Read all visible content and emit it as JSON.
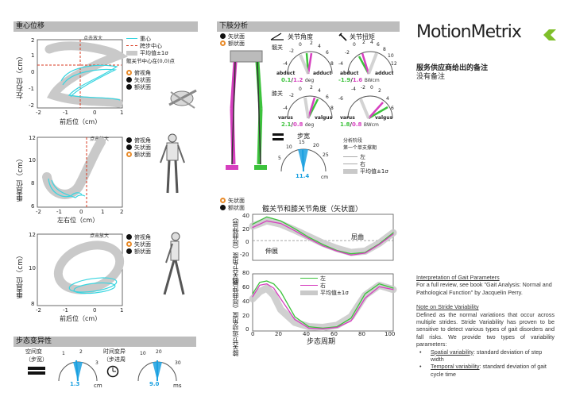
{
  "sections": {
    "cog": "重心位移",
    "lower": "下肢分析",
    "variability": "步态变异性",
    "hip_knee_chart": "髋关节和膝关节角度（矢状面）"
  },
  "brand": "MotionMetrix",
  "vendor": {
    "title": "服务供应商给出的备注",
    "note": "没有备注"
  },
  "cog_panels": [
    {
      "zoom": "点击放大",
      "ylabel": "左右位（cm）",
      "xlabel": "前后位（cm）",
      "yticks": [
        "2",
        "1",
        "0",
        "-1",
        "-2"
      ],
      "xticks": [
        "-2",
        "-1",
        "0",
        "1"
      ],
      "views": [
        "俯视角",
        "矢状面",
        "额状面"
      ]
    },
    {
      "zoom": "点击放大",
      "ylabel": "垂直位（cm）",
      "xlabel": "左右位（cm）",
      "yticks": [
        "12",
        "10",
        "8",
        "6"
      ],
      "xticks": [
        "-2",
        "-1",
        "0",
        "1",
        "2"
      ],
      "views": [
        "俯视角",
        "矢状面",
        "额状面"
      ]
    },
    {
      "zoom": "点击放大",
      "ylabel": "垂直位（cm）",
      "xlabel": "前后位（cm）",
      "yticks": [
        "12",
        "10",
        "8"
      ],
      "xticks": [
        "-2",
        "-1",
        "0",
        "1"
      ],
      "views": [
        "俯视角",
        "矢状面",
        "额状面"
      ]
    }
  ],
  "cog_legend": {
    "com": "重心",
    "step_center": "跨步中心",
    "mean_band": "平均值±1σ",
    "note": "髋关节中心在(0,0)点"
  },
  "lower_views": [
    "矢状面",
    "额状面"
  ],
  "joint_angle": {
    "title": "关节角度",
    "hip_label": "髋关",
    "hip_ticks": [
      "-4",
      "-2",
      "0",
      "2",
      "4",
      "6",
      "8"
    ],
    "hip_left": "abduct",
    "hip_right": "adduct",
    "hip_value_left": "0.1",
    "hip_value_right": "1.2",
    "hip_unit": "deg",
    "knee_label": "膝关",
    "knee_ticks": [
      "-4",
      "-2",
      "0",
      "2",
      "4",
      "6",
      "8"
    ],
    "knee_left": "varus",
    "knee_right": "valgus",
    "knee_value_left": "2.1",
    "knee_value_right": "0.8",
    "knee_unit": "deg"
  },
  "joint_moment": {
    "title": "关节扭矩",
    "hip_ticks": [
      "-4",
      "-2",
      "0",
      "2",
      "4",
      "6",
      "8",
      "10",
      "12"
    ],
    "hip_left": "abduct",
    "hip_right": "adduct",
    "hip_value_left": "-1.9",
    "hip_value_right": "1.6",
    "hip_unit": "BWcm",
    "knee_ticks": [
      "-6",
      "-4",
      "-2",
      "0",
      "2",
      "4",
      "6"
    ],
    "knee_left": "varus",
    "knee_right": "valgus",
    "knee_value_left": "1.8",
    "knee_value_right": "0.8",
    "knee_unit": "BWcm"
  },
  "step_width": {
    "title": "步宽",
    "ticks": [
      "5",
      "10",
      "15",
      "20",
      "25"
    ],
    "value": "11.4",
    "unit": "cm"
  },
  "phase_legend": {
    "title": "分析阶段",
    "subtitle": "第一个单支撑期",
    "left": "左",
    "right": "右",
    "band": "平均值±1σ"
  },
  "hip_knee_views": [
    "矢状面",
    "额状面"
  ],
  "hip_chart": {
    "ylabel": "髋关节角度（屈曲伸展）",
    "yticks": [
      "40",
      "20",
      "0",
      "-20"
    ],
    "flex_label": "屈曲",
    "ext_label": "伸展"
  },
  "knee_chart": {
    "ylabel": "膝关节运动角度（屈曲伸展）",
    "yticks": [
      "80",
      "60",
      "40",
      "20",
      "0"
    ],
    "xticks": [
      "0",
      "20",
      "40",
      "60",
      "80",
      "100"
    ],
    "xlabel": "步态周期",
    "legend_left": "左",
    "legend_right": "右",
    "legend_band": "平均值±1σ"
  },
  "chart_data": [
    {
      "type": "line",
      "title": "髋关节和膝关节角度（矢状面）",
      "ylabel": "髋关节角度（屈曲伸展）",
      "xlim": [
        0,
        100
      ],
      "ylim": [
        -30,
        40
      ],
      "x": [
        0,
        10,
        20,
        30,
        40,
        50,
        60,
        70,
        80,
        90,
        100
      ],
      "series": [
        {
          "name": "左",
          "color": "#3cc23c",
          "values": [
            25,
            36,
            30,
            18,
            5,
            -6,
            -15,
            -20,
            -18,
            -5,
            12
          ]
        },
        {
          "name": "右",
          "color": "#d63fbf",
          "values": [
            20,
            30,
            26,
            15,
            3,
            -8,
            -16,
            -22,
            -19,
            -6,
            10
          ]
        },
        {
          "name": "平均值±1σ",
          "color": "#c8c8c8",
          "values": [
            22,
            30,
            25,
            16,
            6,
            -4,
            -12,
            -18,
            -16,
            -4,
            12
          ]
        }
      ]
    },
    {
      "type": "line",
      "title": "",
      "ylabel": "膝关节运动角度（屈曲伸展）",
      "xlabel": "步态周期",
      "xlim": [
        0,
        100
      ],
      "ylim": [
        0,
        80
      ],
      "x": [
        0,
        5,
        10,
        15,
        20,
        30,
        40,
        50,
        60,
        70,
        80,
        90,
        100
      ],
      "series": [
        {
          "name": "左",
          "color": "#3cc23c",
          "values": [
            52,
            68,
            70,
            66,
            55,
            20,
            6,
            4,
            6,
            18,
            52,
            66,
            60
          ]
        },
        {
          "name": "右",
          "color": "#d63fbf",
          "values": [
            48,
            64,
            66,
            60,
            45,
            16,
            4,
            3,
            5,
            14,
            46,
            62,
            58
          ]
        },
        {
          "name": "平均值±1σ",
          "color": "#c8c8c8",
          "values": [
            45,
            55,
            60,
            50,
            30,
            12,
            6,
            5,
            8,
            20,
            50,
            64,
            58
          ]
        }
      ]
    }
  ],
  "variability": {
    "spatial_label": "空间变",
    "spatial_sub": "（步宽）",
    "spatial_ticks": [
      "1",
      "2",
      "3"
    ],
    "spatial_value": "1.3",
    "spatial_unit": "cm",
    "temporal_label": "时间变异",
    "temporal_sub": "（步进周",
    "temporal_ticks": [
      "10",
      "20",
      "30"
    ],
    "temporal_value": "9.0",
    "temporal_unit": "ms"
  },
  "notes": {
    "interp_title": "Interpretation of Gait Parameters",
    "interp_text": "For a full review, see book \"Gait Analysis: Normal and Pathological Function\" by Jacquelin Perry.",
    "stride_title": "Note on Stride Variability",
    "stride_text": "Defined as the normal variations that occur across multiple strides. Stride Variability has proven to be sensitive to detect various types of gait disorders and fall risks. We provide two types of variability parameters:",
    "b1_term": "Spatial variability",
    "b1_text": ": standard deviation of step width",
    "b2_term": "Temporal variability",
    "b2_text": ": standard deviation of gait cycle time"
  },
  "colors": {
    "left": "#3cc23c",
    "right": "#d63fbf",
    "com": "#39d5e0",
    "step_center": "#d9391f",
    "band": "#c9c9c9",
    "gauge_value": "#1aa0e0",
    "header": "#bdbdbd"
  }
}
